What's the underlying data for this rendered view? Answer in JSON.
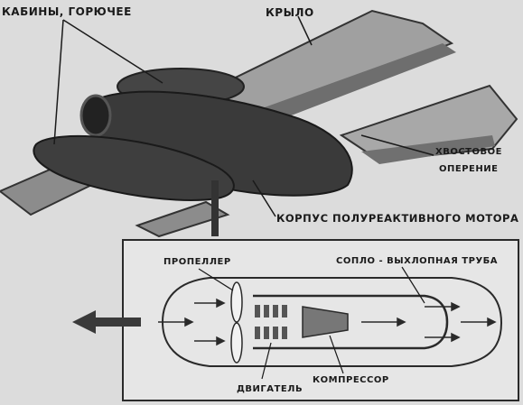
{
  "labels": {
    "cabins_fuel": "КАБИНЫ, ГОРЮЧЕЕ",
    "wing": "КРЫЛО",
    "tail_line1": "ХВОСТОВОЕ",
    "tail_line2": "ОПЕРЕНИЕ",
    "body": "КОРПУС ПОЛУРЕАКТИВНОГО МОТОРА",
    "propeller": "ПРОПЕЛЛЕР",
    "nozzle": "СОПЛО - ВЫХЛОПНАЯ ТРУБА",
    "engine": "ДВИГАТЕЛЬ",
    "compressor": "КОМПРЕССОР"
  },
  "colors": {
    "background": "#dcdcdc",
    "ink": "#1a1a1a",
    "fuselage": "#3a3a3a",
    "wing": "#9a9a9a",
    "panel": "#e8e8e8"
  }
}
